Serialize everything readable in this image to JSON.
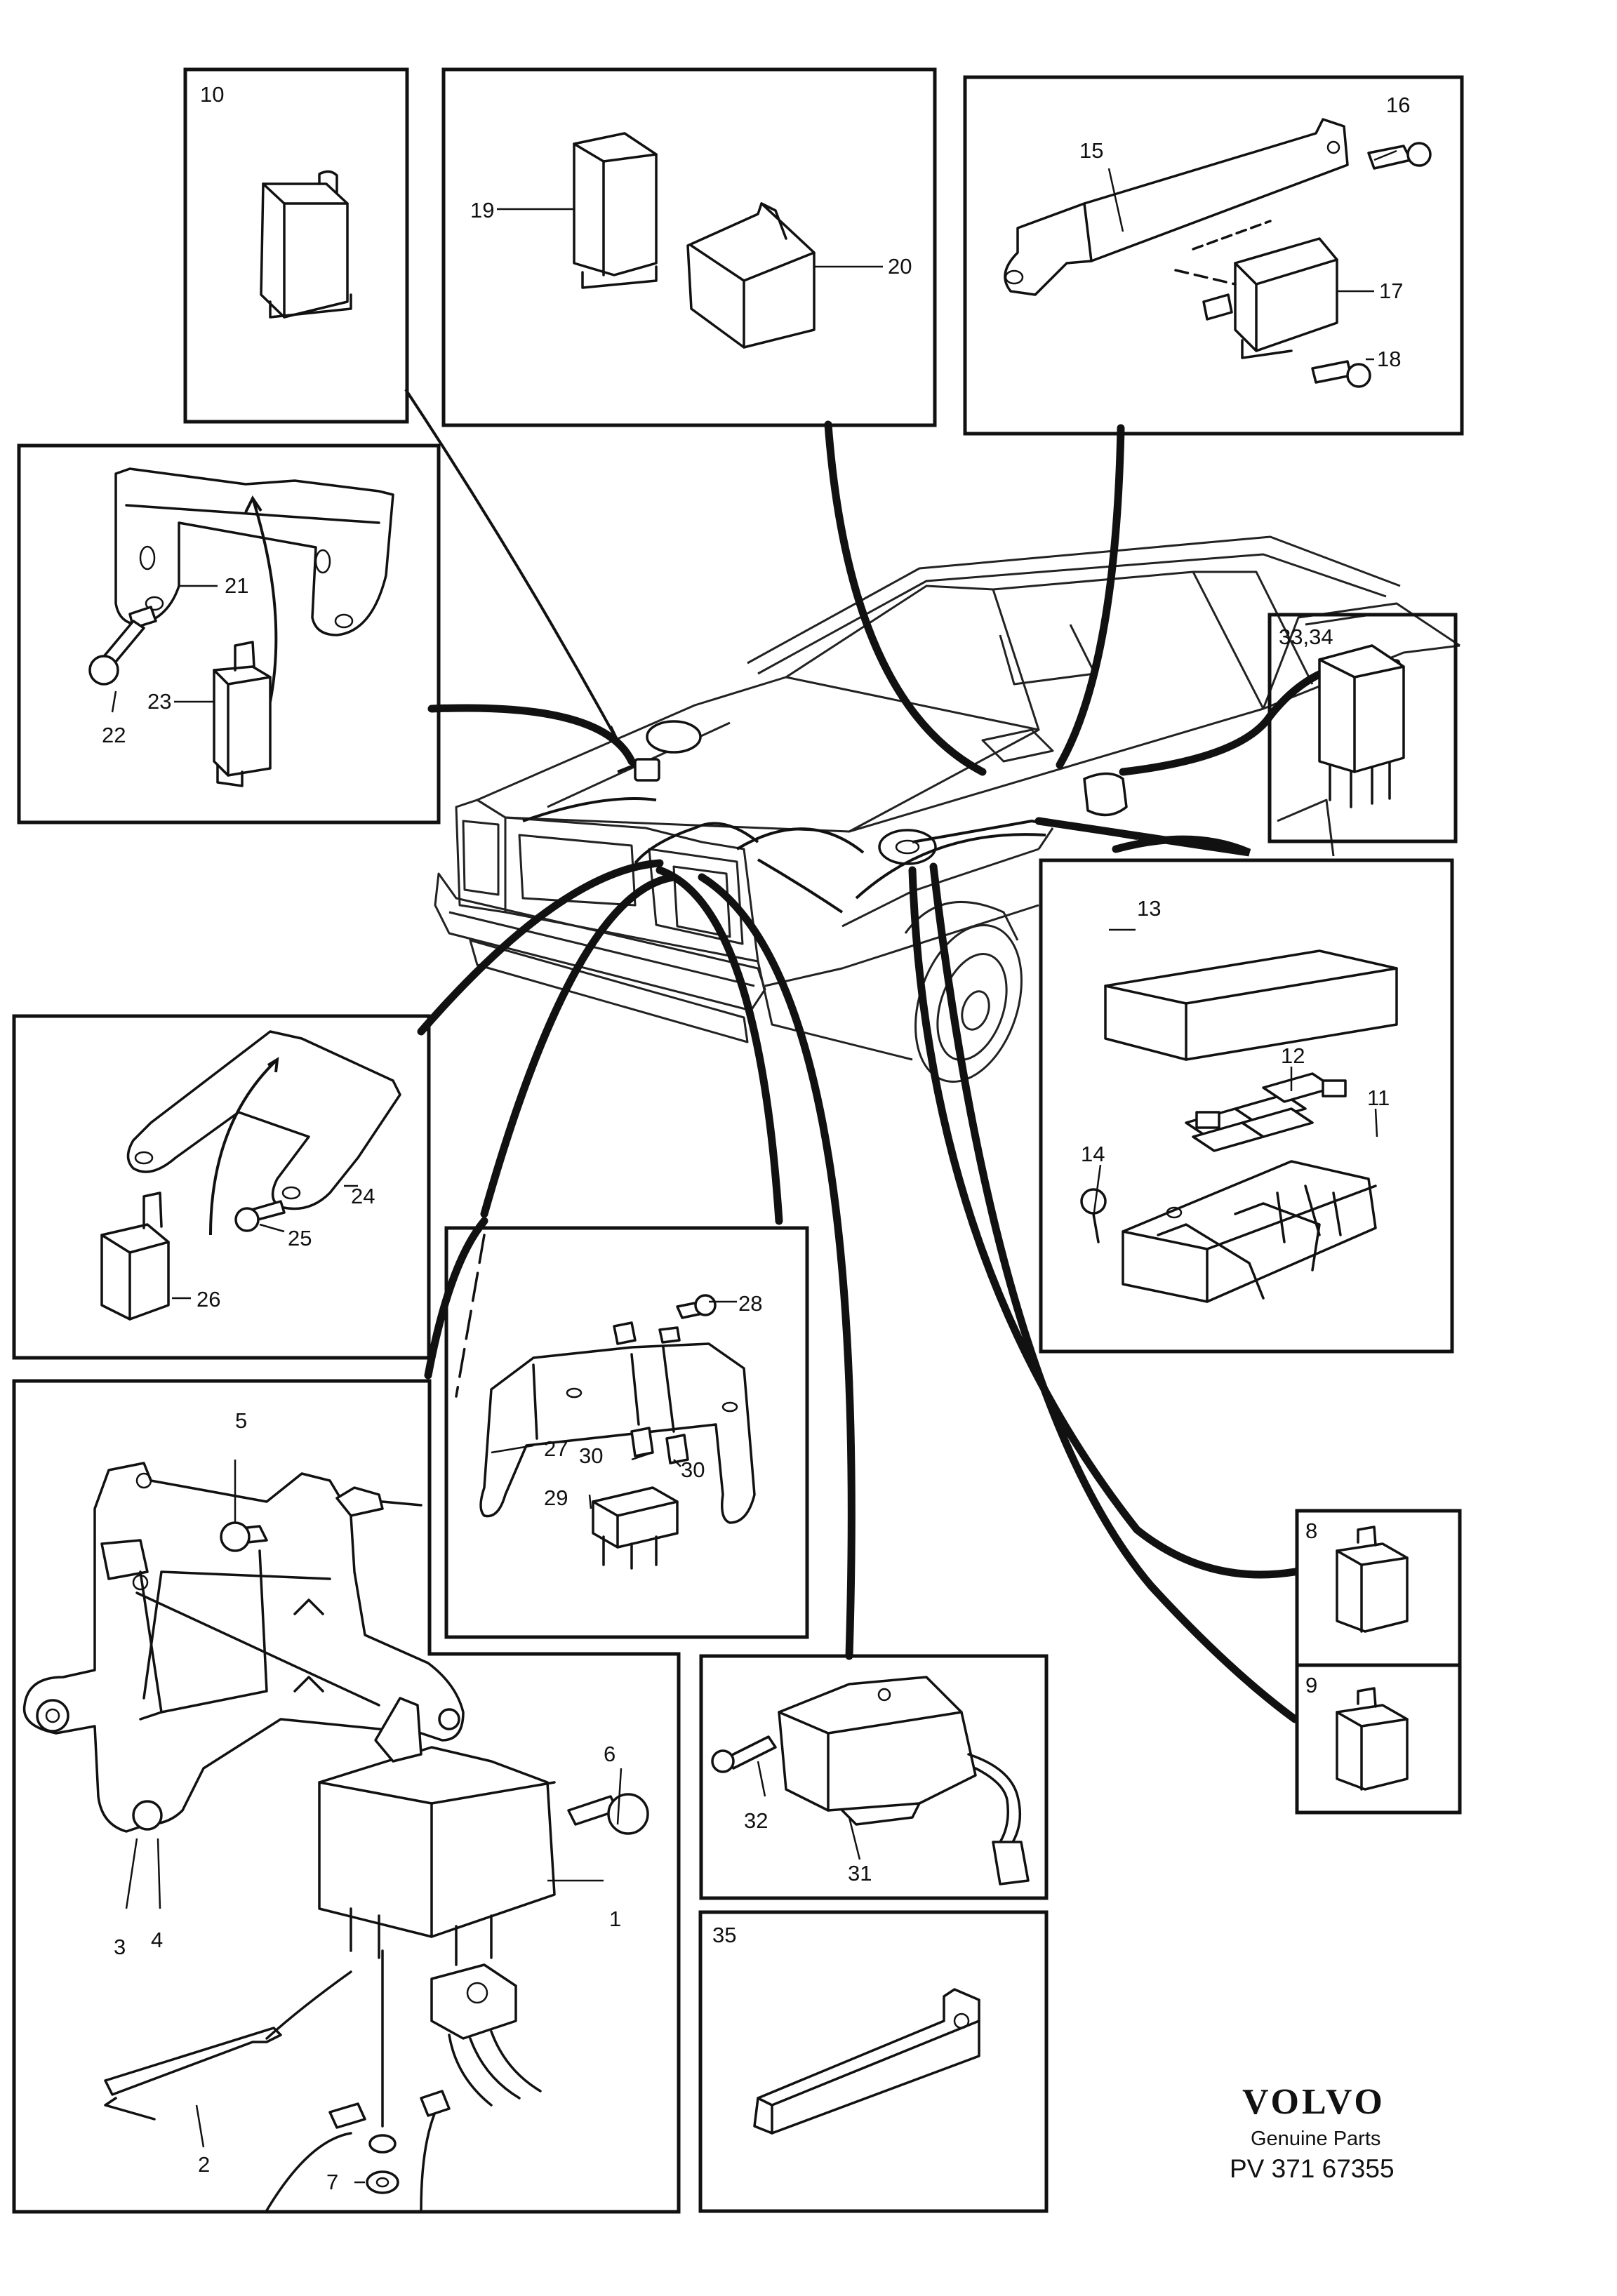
{
  "brand": {
    "name": "VOLVO",
    "tagline": "Genuine Parts",
    "code": "PV 371 67355"
  },
  "callouts": {
    "c1": "1",
    "c2": "2",
    "c3": "3",
    "c4": "4",
    "c5": "5",
    "c6": "6",
    "c7": "7",
    "c8": "8",
    "c9": "9",
    "c10": "10",
    "c11": "11",
    "c12": "12",
    "c13": "13",
    "c14": "14",
    "c15": "15",
    "c16": "16",
    "c17": "17",
    "c18": "18",
    "c19": "19",
    "c20": "20",
    "c21": "21",
    "c22": "22",
    "c23": "23",
    "c24": "24",
    "c25": "25",
    "c26": "26",
    "c27": "27",
    "c28": "28",
    "c29": "29",
    "c30a": "30",
    "c30b": "30",
    "c31": "31",
    "c32": "32",
    "c3334": "33,34",
    "c35": "35"
  }
}
